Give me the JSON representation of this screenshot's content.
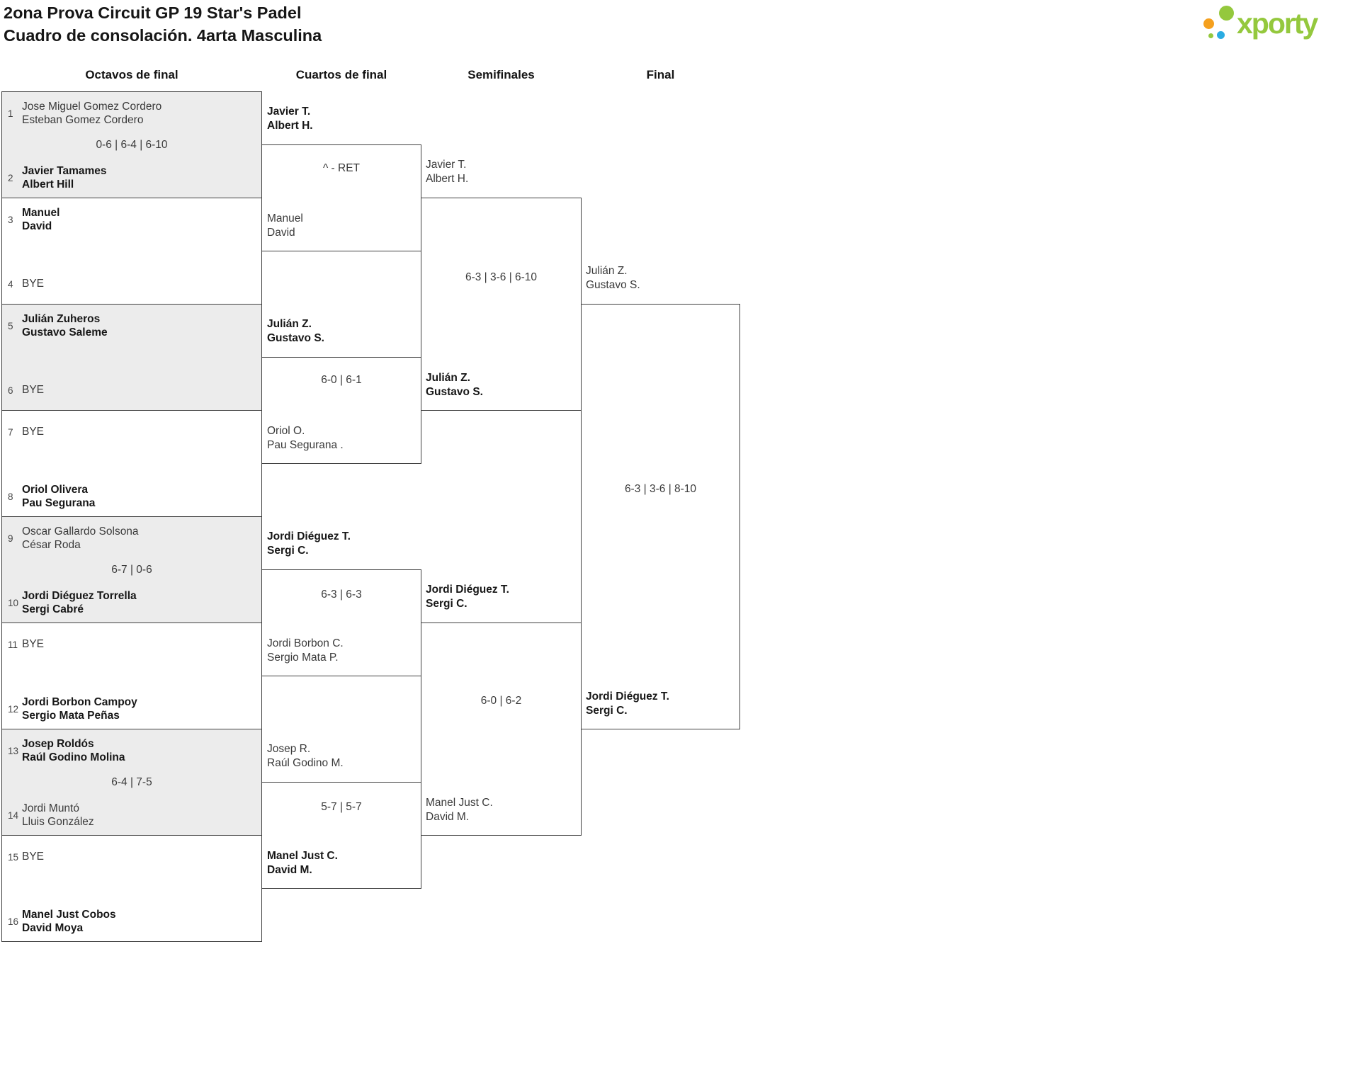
{
  "page": {
    "title1": "2ona Prova Circuit GP 19 Star's Padel",
    "title2": "Cuadro de consolación. 4arta Masculina"
  },
  "logo": {
    "text": "xporty"
  },
  "brand_colors": {
    "green": "#94c83d",
    "orange": "#f5a01e",
    "blue": "#2bace2"
  },
  "rounds": [
    "Octavos de final",
    "Cuartos de final",
    "Semifinales",
    "Final"
  ],
  "r16": [
    {
      "seed_top": "1",
      "top": [
        "Jose Miguel Gomez Cordero",
        "Esteban Gomez Cordero"
      ],
      "score": "0-6 | 6-4 | 6-10",
      "seed_bottom": "2",
      "bottom": [
        "Javier Tamames",
        "Albert Hill"
      ],
      "winner": "bottom"
    },
    {
      "seed_top": "3",
      "top": [
        "Manuel",
        "David"
      ],
      "seed_bottom": "4",
      "bottom": [
        "BYE"
      ],
      "winner": "top"
    },
    {
      "seed_top": "5",
      "top": [
        "Julián Zuheros",
        "Gustavo Saleme"
      ],
      "seed_bottom": "6",
      "bottom": [
        "BYE"
      ],
      "winner": "top"
    },
    {
      "seed_top": "7",
      "top": [
        "BYE"
      ],
      "seed_bottom": "8",
      "bottom": [
        "Oriol Olivera",
        "Pau Segurana"
      ],
      "winner": "bottom"
    },
    {
      "seed_top": "9",
      "top": [
        "Oscar Gallardo Solsona",
        "César Roda"
      ],
      "score": "6-7 | 0-6",
      "seed_bottom": "10",
      "bottom": [
        "Jordi Diéguez Torrella",
        "Sergi Cabré"
      ],
      "winner": "bottom"
    },
    {
      "seed_top": "11",
      "top": [
        "BYE"
      ],
      "seed_bottom": "12",
      "bottom": [
        "Jordi Borbon Campoy",
        "Sergio Mata Peñas"
      ],
      "winner": "bottom"
    },
    {
      "seed_top": "13",
      "top": [
        "Josep Roldós",
        "Raúl Godino Molina"
      ],
      "score": "6-4 | 7-5",
      "seed_bottom": "14",
      "bottom": [
        "Jordi Muntó",
        "Lluis González"
      ],
      "winner": "top"
    },
    {
      "seed_top": "15",
      "top": [
        "BYE"
      ],
      "seed_bottom": "16",
      "bottom": [
        "Manel Just Cobos",
        "David Moya"
      ],
      "winner": "bottom"
    }
  ],
  "qf": [
    {
      "top": [
        "Javier T.",
        "Albert H."
      ],
      "score": "^ - RET",
      "bottom": [
        "Manuel",
        "David"
      ],
      "winner": "top"
    },
    {
      "top": [
        "Julián Z.",
        "Gustavo S."
      ],
      "score": "6-0 | 6-1",
      "bottom": [
        "Oriol O.",
        "Pau Segurana ."
      ],
      "winner": "top"
    },
    {
      "top": [
        "Jordi Diéguez T.",
        "Sergi C."
      ],
      "score": "6-3 | 6-3",
      "bottom": [
        "Jordi Borbon C.",
        "Sergio Mata P."
      ],
      "winner": "top"
    },
    {
      "top": [
        "Josep R.",
        "Raúl Godino M."
      ],
      "score": "5-7 | 5-7",
      "bottom": [
        "Manel Just C.",
        "David M."
      ],
      "winner": "bottom"
    }
  ],
  "sf": [
    {
      "top": [
        "Javier T.",
        "Albert H."
      ],
      "score": "6-3 | 3-6 | 6-10",
      "bottom": [
        "Julián Z.",
        "Gustavo S."
      ],
      "winner": "bottom"
    },
    {
      "top": [
        "Jordi Diéguez T.",
        "Sergi C."
      ],
      "score": "6-0 | 6-2",
      "bottom": [
        "Manel Just C.",
        "David M."
      ],
      "winner": "top"
    }
  ],
  "final": {
    "top": [
      "Julián Z.",
      "Gustavo S."
    ],
    "score": "6-3 | 3-6 | 8-10",
    "bottom": [
      "Jordi Diéguez T.",
      "Sergi C."
    ],
    "winner": "bottom"
  }
}
